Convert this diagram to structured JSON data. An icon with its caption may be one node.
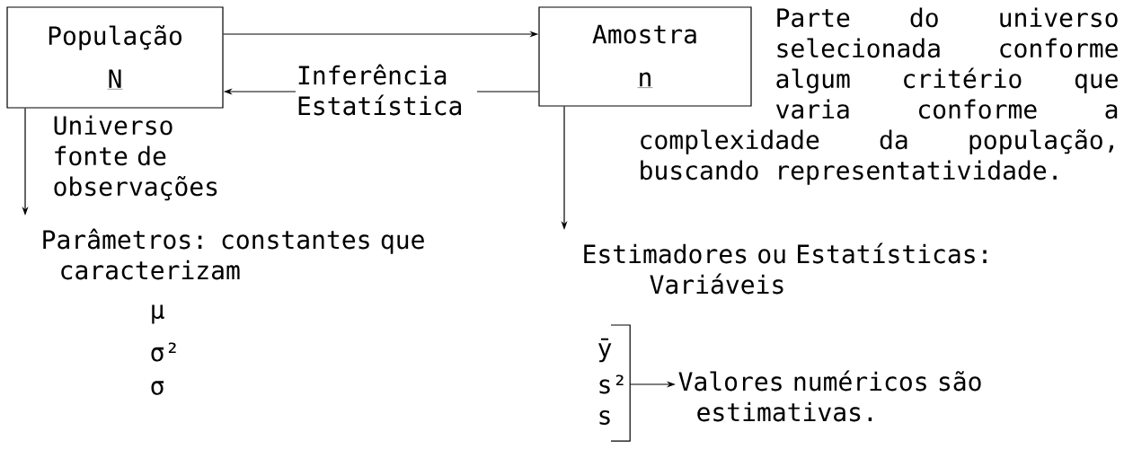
{
  "diagram": {
    "nodes": [
      {
        "text": [
          "População",
          "N"
        ],
        "beside": [
          "Universo fonte de observações"
        ]
      },
      {
        "text": [
          "Amostra",
          "n"
        ],
        "beside": [
          "Parte do universo selecionada conforme algum critério que varia conforme a complexidade da população, buscando representatividade."
        ]
      },
      {
        "text": [
          "Parâmetros: constantes que caracterizam"
        ]
      },
      {
        "text": [
          "Estimadores ou Estatísticas: Variáveis"
        ]
      },
      {
        "text": [
          "Valores numéricos são estimativas."
        ]
      },
      {
        "text": [],
        "shape": "bracket"
      }
    ],
    "edges": [
      {
        "from": 0,
        "to": 1,
        "arrow": "to"
      },
      {
        "from": 1,
        "to": 0,
        "arrow": "to",
        "label": "Inferência Estatística"
      },
      {
        "from": 0,
        "to": 2,
        "arrow": "to"
      },
      {
        "from": 1,
        "to": 3,
        "arrow": "to"
      },
      {
        "from": 5,
        "to": 4,
        "arrow": "to"
      }
    ],
    "labels": [
      "μ",
      "σ²",
      "σ",
      "ȳ",
      "s²",
      "s"
    ]
  }
}
